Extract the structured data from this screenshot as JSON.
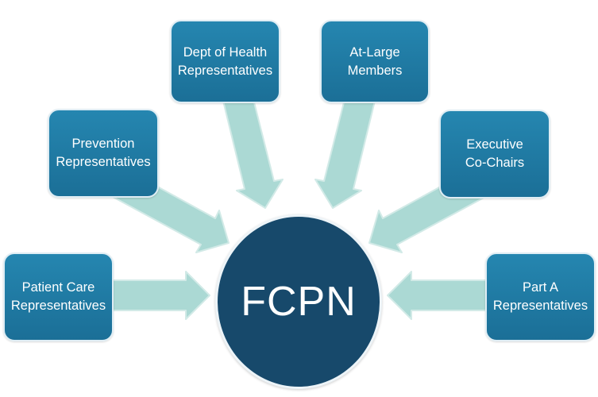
{
  "diagram": {
    "type": "hub-and-spoke",
    "center": {
      "label": "FCPN"
    },
    "nodes": [
      {
        "id": "dept-of-health",
        "label": "Dept of Health\nRepresentatives",
        "position": "top-left"
      },
      {
        "id": "at-large",
        "label": "At-Large\nMembers",
        "position": "top-right"
      },
      {
        "id": "prevention",
        "label": "Prevention\nRepresentatives",
        "position": "upper-left"
      },
      {
        "id": "executive-co-chairs",
        "label": "Executive\nCo-Chairs",
        "position": "upper-right"
      },
      {
        "id": "patient-care",
        "label": "Patient Care\nRepresentatives",
        "position": "lower-left"
      },
      {
        "id": "part-a",
        "label": "Part A\nRepresentatives",
        "position": "lower-right"
      }
    ]
  },
  "colors": {
    "background": "#FFFFFF",
    "box_fill_top": "#2586B0",
    "box_fill_bottom": "#1B6F97",
    "box_border": "#DFEDF4",
    "box_text": "#FFFFFF",
    "circle_fill": "#17496B",
    "circle_border": "#EDF4F8",
    "circle_text": "#FFFFFF",
    "arrow_fill": "#ABD9D4",
    "arrow_border": "#D2EAE7"
  }
}
